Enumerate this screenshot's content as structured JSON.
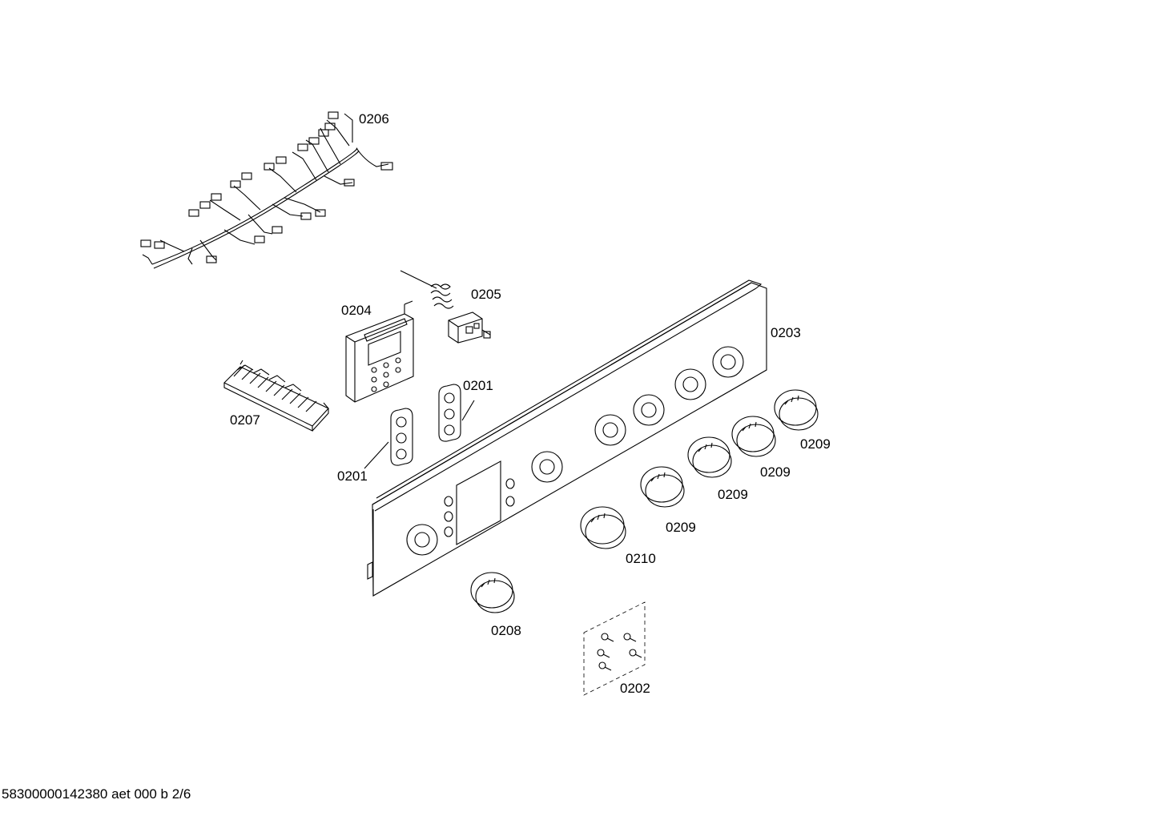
{
  "callouts": {
    "wiring_harness": "0206",
    "thermostat": "0205",
    "control_module": "0204",
    "control_panel": "0203",
    "terminal_block": "0207",
    "light_switch_upper": "0201",
    "light_switch_lower": "0201",
    "knob_right_1": "0209",
    "knob_right_2": "0209",
    "knob_right_3": "0209",
    "knob_right_4": "0209",
    "knob_middle": "0210",
    "knob_left": "0208",
    "screw_set": "0202"
  },
  "footer": "58300000142380 aet 000 b 2/6",
  "colors": {
    "line": "#000000",
    "background": "#ffffff"
  }
}
